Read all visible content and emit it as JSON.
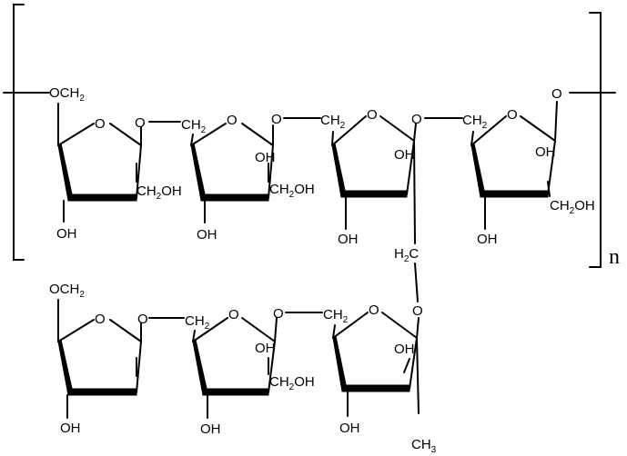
{
  "molecule": {
    "repeat_subscript": "n",
    "main_chain": {
      "left_end": "OCH2",
      "ring1": {
        "o": "O",
        "oh_bottom": "OH",
        "ch2oh": "CH2OH"
      },
      "link1": "O",
      "ring2": {
        "ch2": "CH2",
        "o": "O",
        "oh_side": "OH",
        "ch2oh": "CH2OH",
        "oh_bottom": "OH"
      },
      "link2": "O",
      "ring3": {
        "ch2": "CH2",
        "o": "O",
        "oh_side": "OH",
        "oh_bottom": "OH"
      },
      "link3": "O",
      "ring4": {
        "ch2": "CH2",
        "o": "O",
        "oh_side": "OH",
        "oh_bottom": "OH",
        "ch2oh": "CH2OH"
      },
      "right_end": "O"
    },
    "branch": {
      "bridge": "H2C",
      "bridge_o": "O",
      "left_end": "OCH2",
      "ring1": {
        "o": "O",
        "oh_bottom": "OH"
      },
      "link1": "O",
      "ring2": {
        "ch2": "CH2",
        "o": "O",
        "oh_side": "OH",
        "ch2oh": "CH2OH",
        "oh_bottom": "OH"
      },
      "link2": "O",
      "ring3": {
        "ch2": "CH2",
        "o": "O",
        "oh_side": "OH",
        "oh_bottom": "OH"
      },
      "terminal": "CH3"
    }
  }
}
